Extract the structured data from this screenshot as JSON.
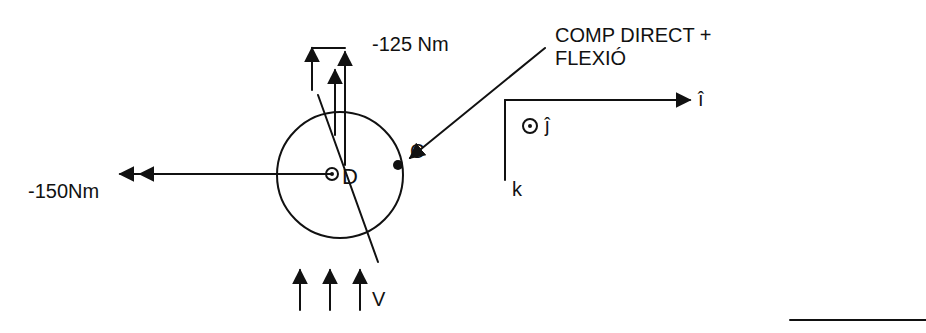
{
  "diagram": {
    "nodes": [
      {
        "text": [
          "D"
        ]
      }
    ],
    "labels": [
      "-125 Nm",
      "-150Nm",
      "C",
      "COMP DIRECT + FLEXIÓ",
      "î",
      "ĵ",
      "k",
      "V"
    ]
  }
}
